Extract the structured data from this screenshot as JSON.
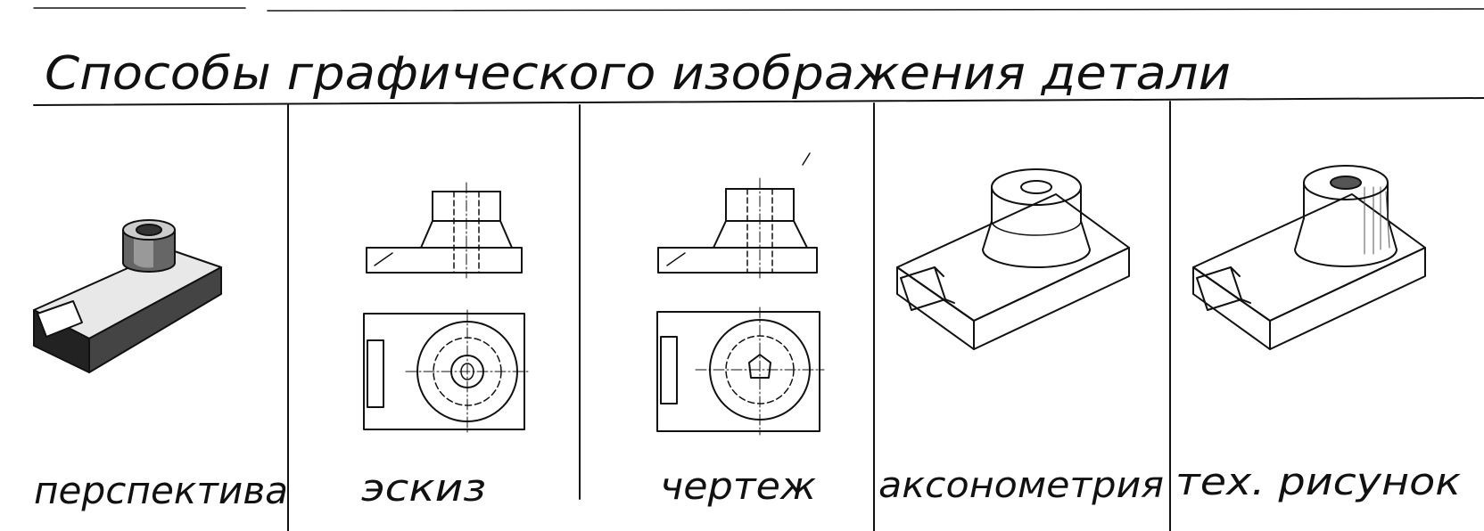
{
  "title": "Способы графического изображения детали",
  "columns": [
    {
      "id": "perspective",
      "label": "перспектива"
    },
    {
      "id": "sketch",
      "label": "эскиз"
    },
    {
      "id": "drawing",
      "label": "чертеж"
    },
    {
      "id": "axonometry",
      "label": "аксонометрия"
    },
    {
      "id": "tech_drawing",
      "label": "тех. рисунок"
    }
  ],
  "colors": {
    "ink": "#111111",
    "paper": "#ffffff"
  }
}
